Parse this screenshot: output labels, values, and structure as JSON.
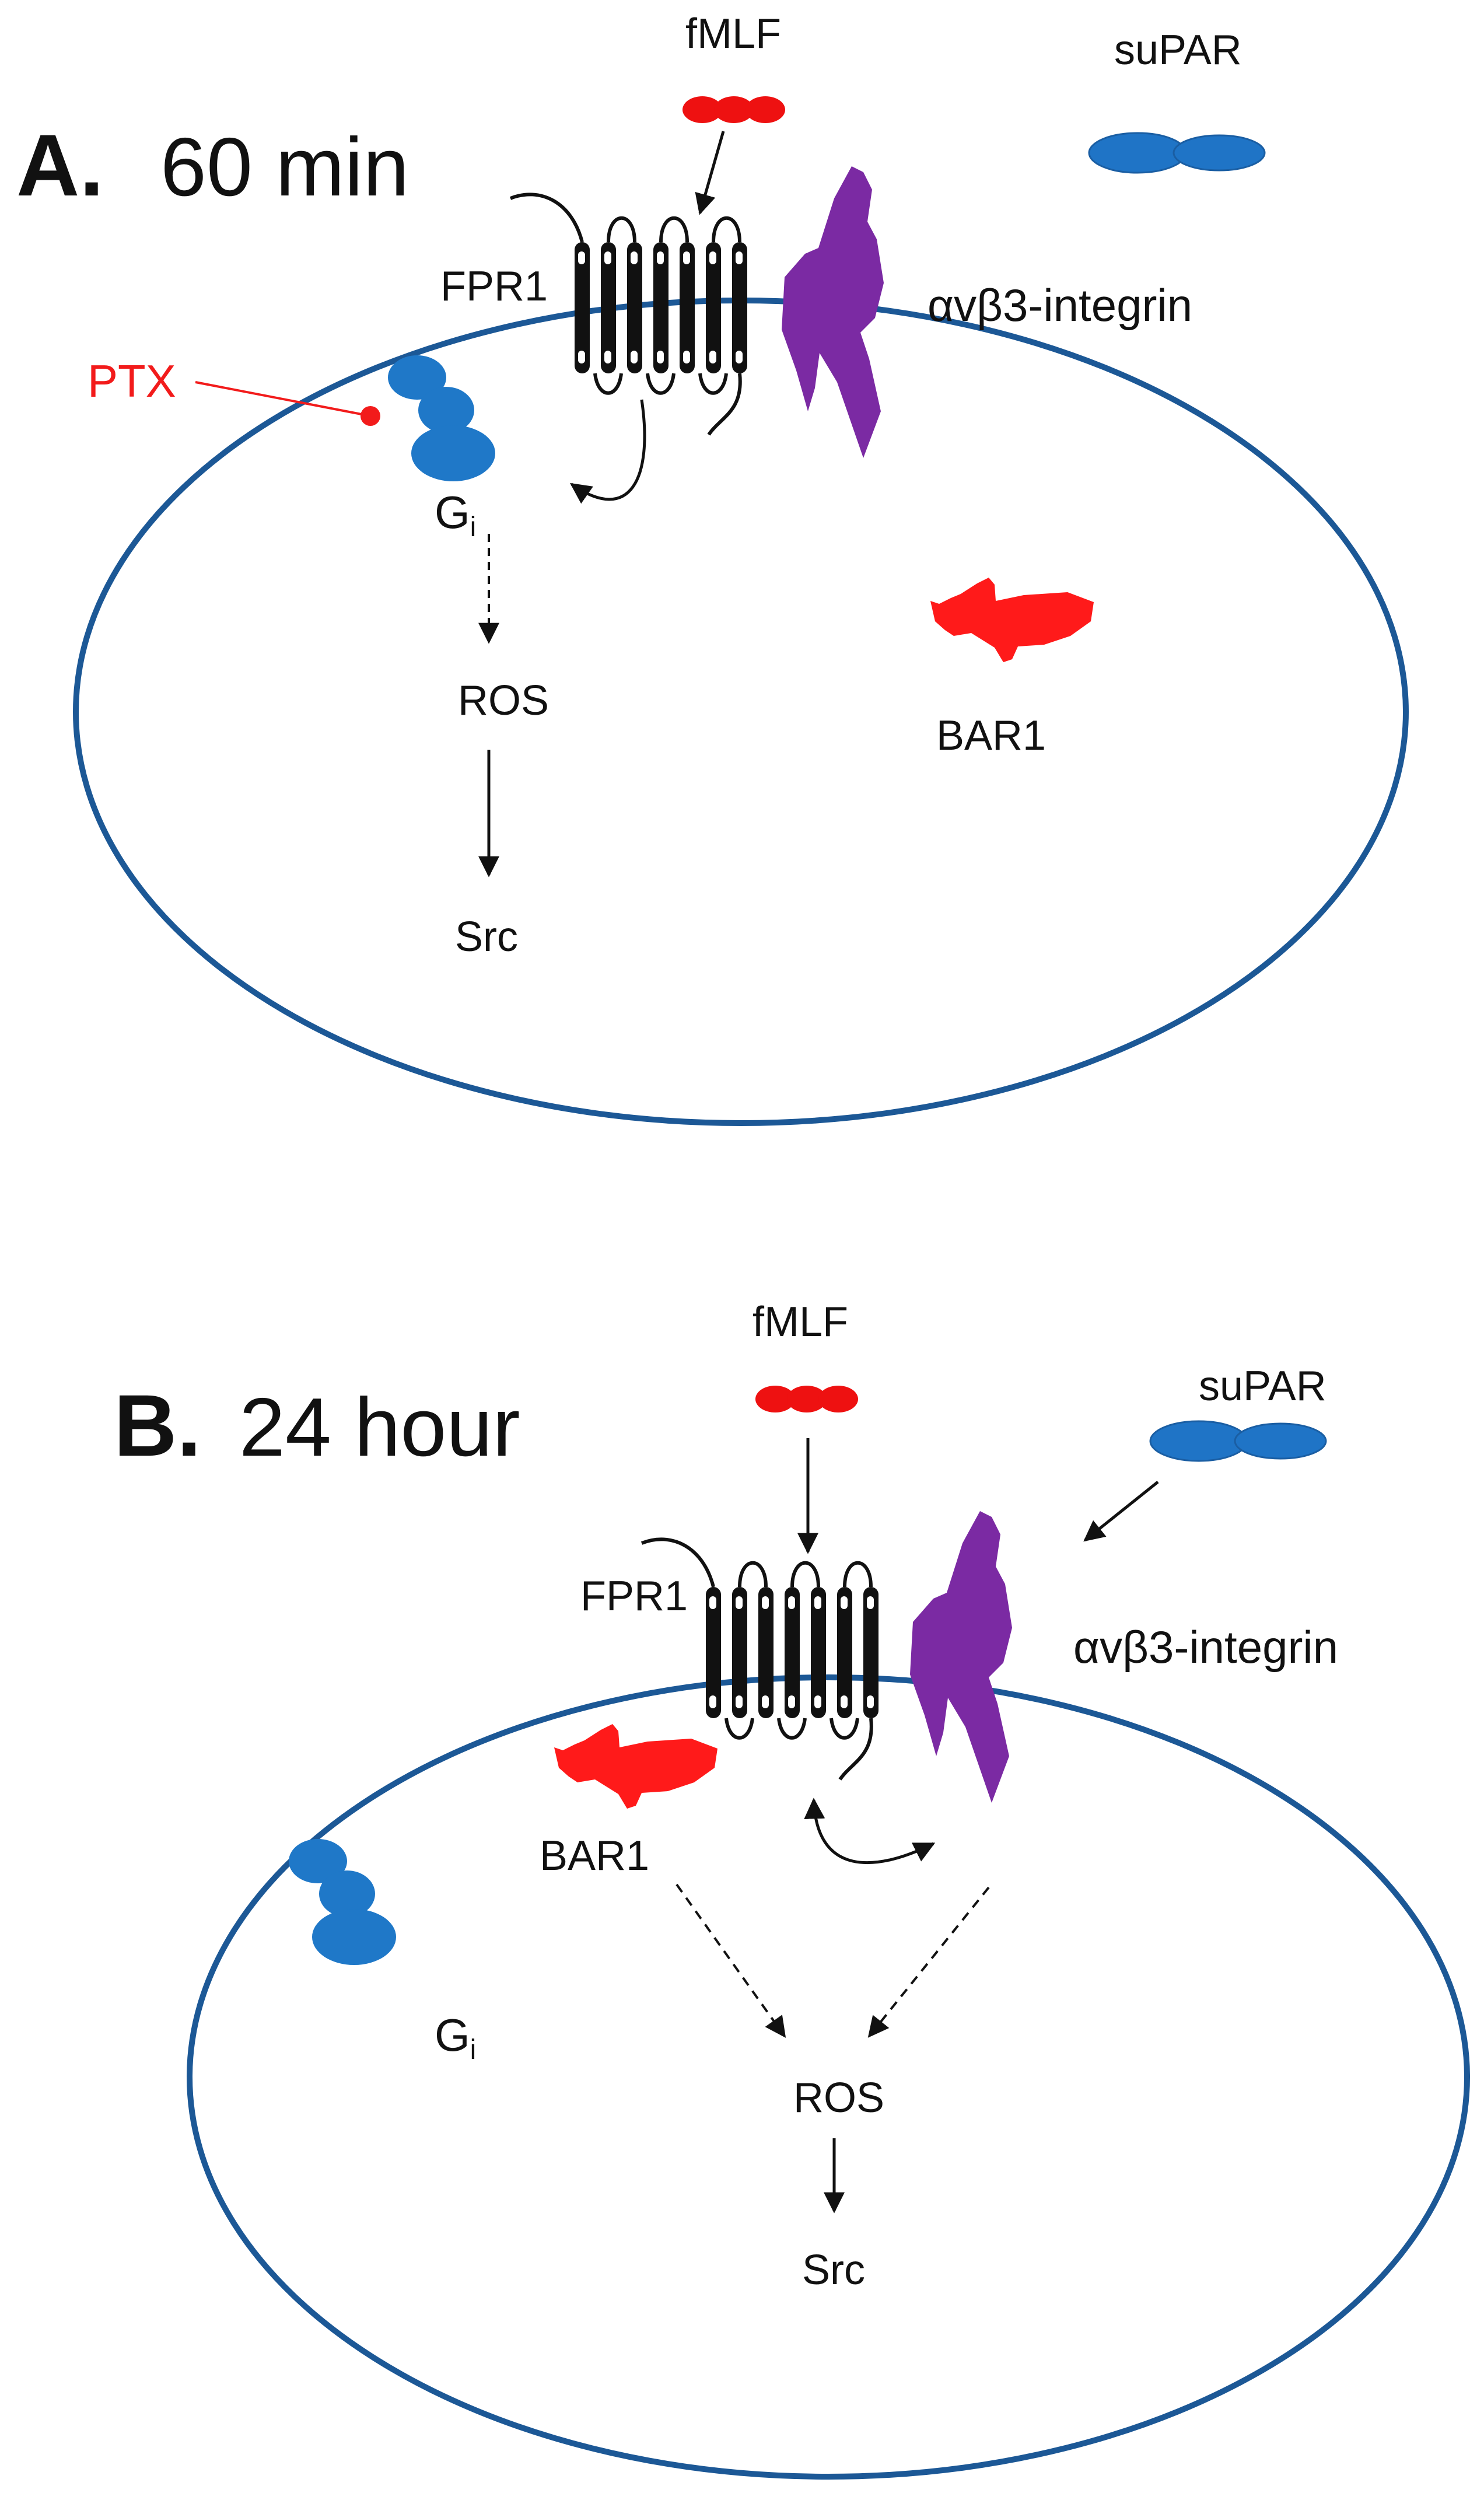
{
  "colors": {
    "membrane": "#1c5896",
    "gprotein": "#1f78c8",
    "supar": "#1f74c6",
    "fmlf": "#ee1111",
    "bar1": "#ff1a1a",
    "integrin": "#7b2aa3",
    "receptor": "#111111",
    "ptx": "#f21b1b"
  },
  "icons": [
    "fmlf-peptide-icon",
    "supar-icon",
    "fpr1-receptor-icon",
    "integrin-icon",
    "g-protein-icon",
    "bar1-icon"
  ],
  "panel_a": {
    "letter": "A.",
    "time": "60 min",
    "labels": {
      "fmlf": "fMLF",
      "supar": "suPAR",
      "fpr1": "FPR1",
      "integrin": "αvβ3-integrin",
      "ptx": "PTX",
      "gi": "G",
      "gi_sub": "i",
      "ros": "ROS",
      "src": "Src",
      "bar1": "BAR1"
    }
  },
  "panel_b": {
    "letter": "B.",
    "time": "24 hour",
    "labels": {
      "fmlf": "fMLF",
      "supar": "suPAR",
      "fpr1": "FPR1",
      "integrin": "αvβ3-integrin",
      "gi": "G",
      "gi_sub": "i",
      "ros": "ROS",
      "src": "Src",
      "bar1": "BAR1"
    }
  }
}
